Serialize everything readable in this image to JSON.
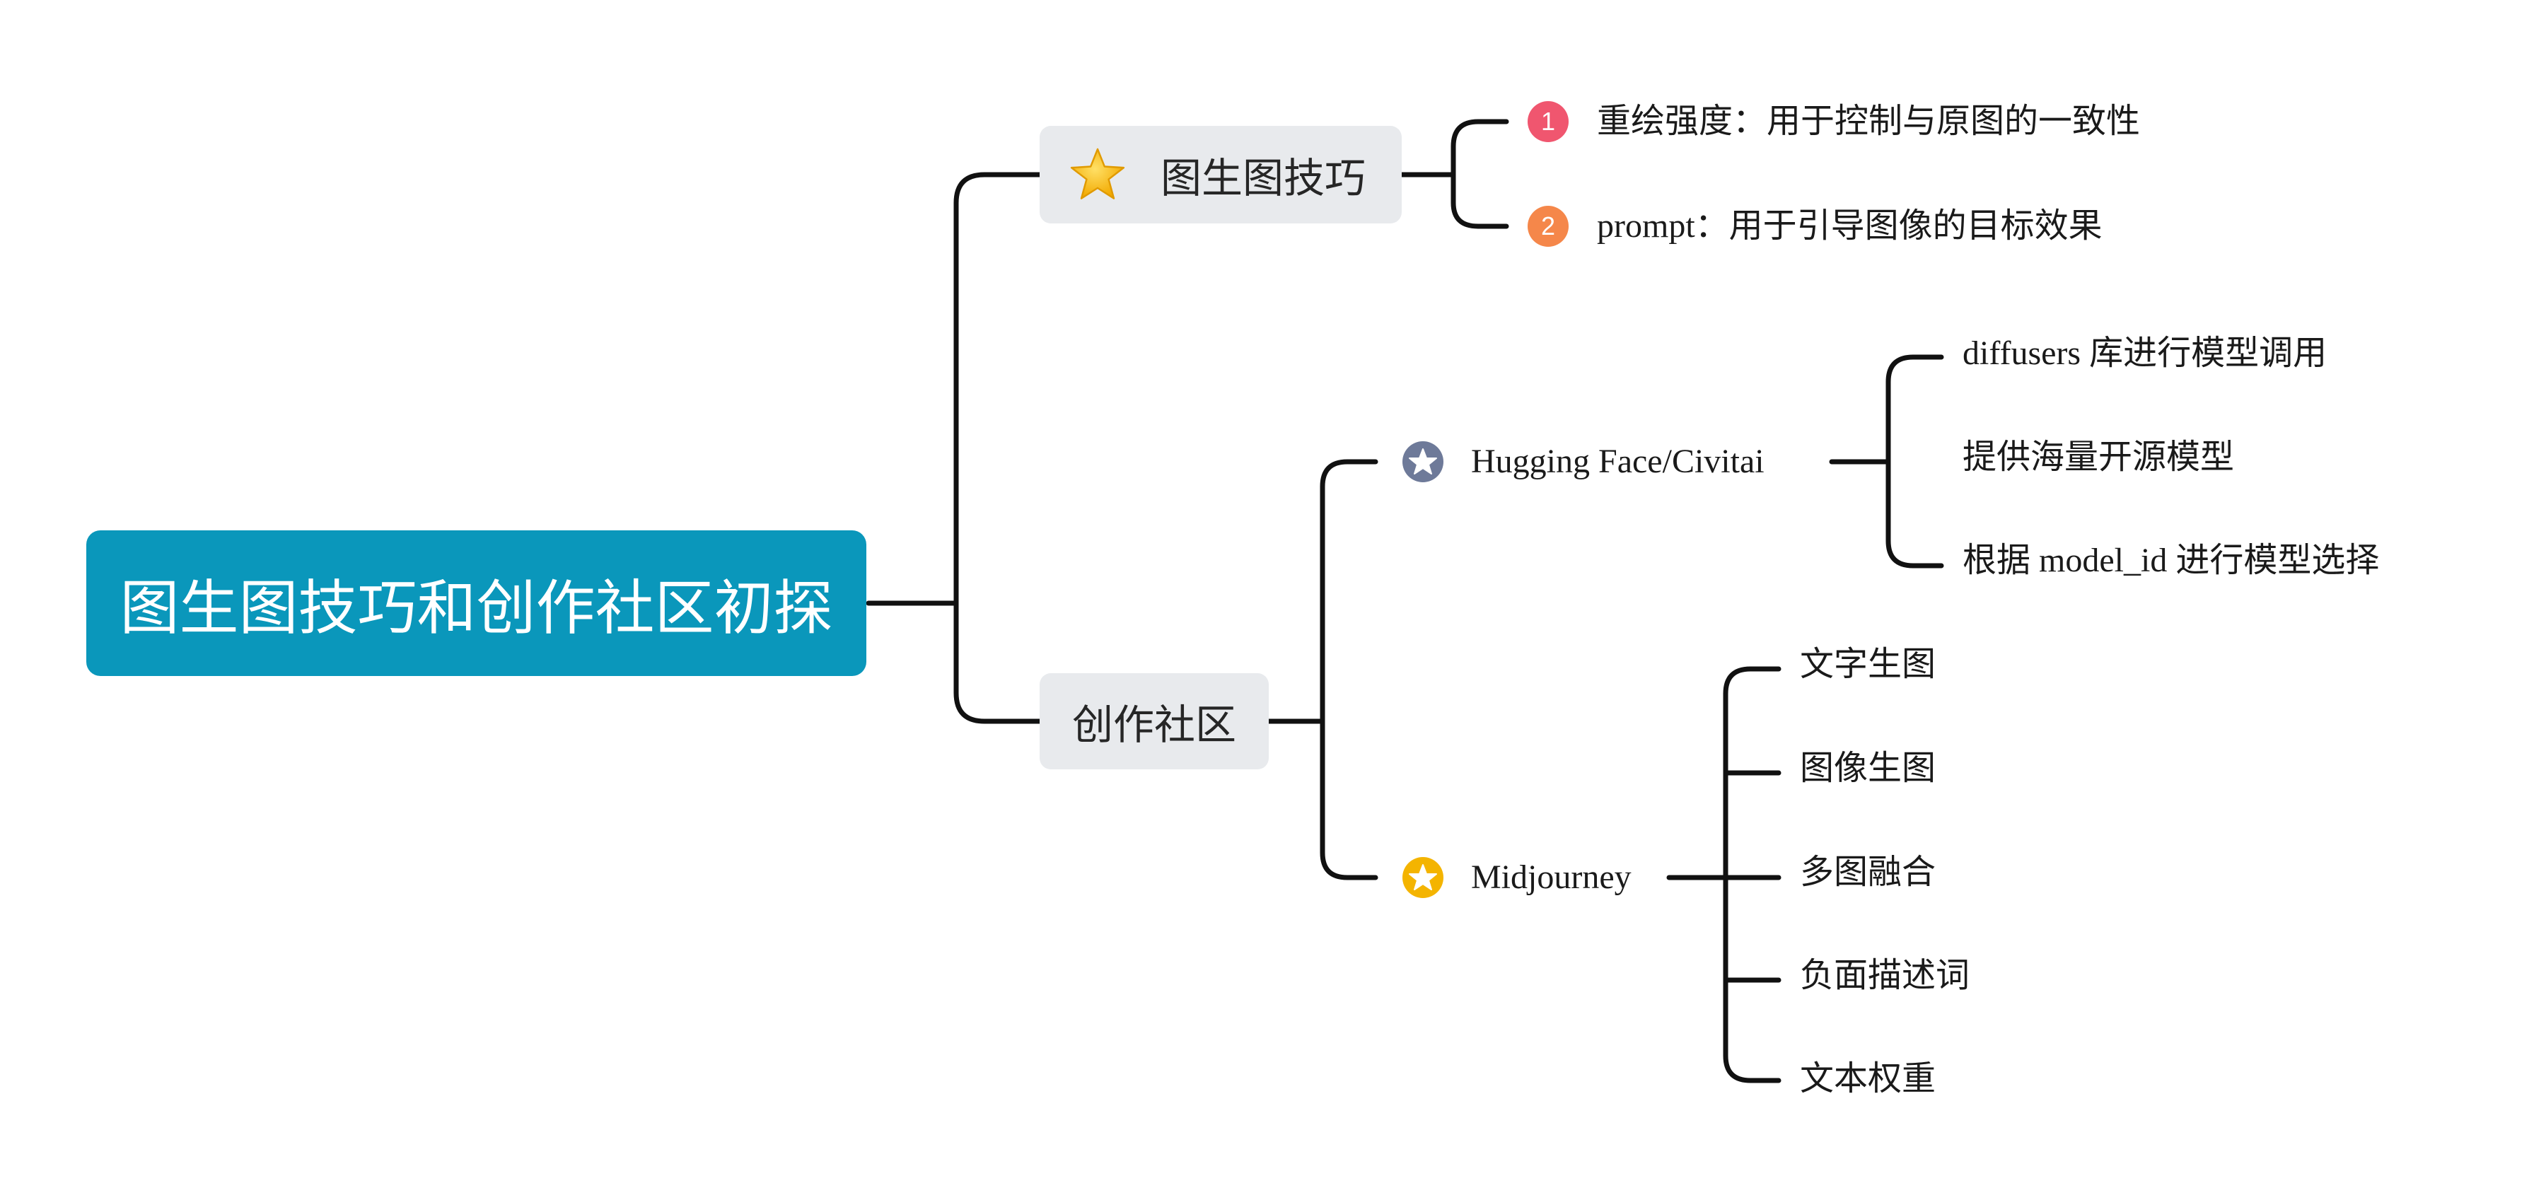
{
  "root": {
    "label": "图生图技巧和创作社区初探",
    "color": "#0a97bb"
  },
  "branch_img2img": {
    "label": "图生图技巧",
    "icon": "star-icon",
    "children": [
      {
        "marker": "1",
        "marker_color": "#f0566f",
        "label": "重绘强度：用于控制与原图的一致性"
      },
      {
        "marker": "2",
        "marker_color": "#f5874a",
        "label": "prompt：用于引导图像的目标效果"
      }
    ]
  },
  "branch_community": {
    "label": "创作社区",
    "children": [
      {
        "label": "Hugging Face/Civitai",
        "icon": "star-circle-icon",
        "icon_color": "#6e7a99",
        "children": [
          {
            "label": "diffusers 库进行模型调用"
          },
          {
            "label": "提供海量开源模型"
          },
          {
            "label": "根据 model_id 进行模型选择"
          }
        ]
      },
      {
        "label": "Midjourney",
        "icon": "star-circle-icon",
        "icon_color": "#f4b400",
        "children": [
          {
            "label": "文字生图"
          },
          {
            "label": "图像生图"
          },
          {
            "label": "多图融合"
          },
          {
            "label": "负面描述词"
          },
          {
            "label": "文本权重"
          }
        ]
      }
    ]
  }
}
